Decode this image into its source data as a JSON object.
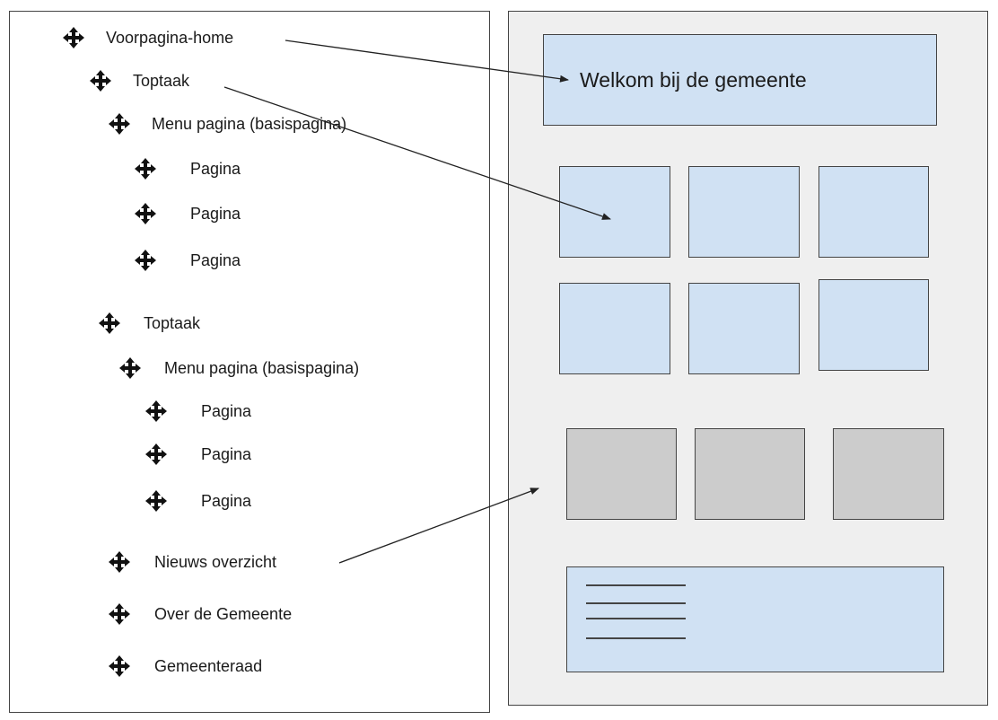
{
  "sitemap": {
    "items": [
      {
        "label": "Voorpagina-home",
        "icon": "move-icon",
        "level": 0
      },
      {
        "label": "Toptaak",
        "icon": "move-icon",
        "level": 1
      },
      {
        "label": "Menu pagina (basispagina)",
        "icon": "move-icon",
        "level": 2
      },
      {
        "label": "Pagina",
        "icon": "move-icon",
        "level": 3
      },
      {
        "label": "Pagina",
        "icon": "move-icon",
        "level": 3
      },
      {
        "label": "Pagina",
        "icon": "move-icon",
        "level": 3
      },
      {
        "label": "Toptaak",
        "icon": "move-icon",
        "level": 1
      },
      {
        "label": "Menu pagina (basispagina)",
        "icon": "move-icon",
        "level": 2
      },
      {
        "label": "Pagina",
        "icon": "move-icon",
        "level": 3
      },
      {
        "label": "Pagina",
        "icon": "move-icon",
        "level": 3
      },
      {
        "label": "Pagina",
        "icon": "move-icon",
        "level": 3
      },
      {
        "label": "Nieuws overzicht",
        "icon": "move-icon",
        "level": 1
      },
      {
        "label": "Over de Gemeente",
        "icon": "move-icon",
        "level": 1
      },
      {
        "label": "Gemeenteraad",
        "icon": "move-icon",
        "level": 1
      }
    ]
  },
  "wireframe": {
    "header_text": "Welkom bij de gemeente",
    "toptaak_tiles": 6,
    "news_tiles": 3,
    "footer_text_lines": 4
  },
  "connections": [
    {
      "from": "Voorpagina-home",
      "to": "header"
    },
    {
      "from": "Toptaak",
      "to": "toptaak-tile"
    },
    {
      "from": "Nieuws overzicht",
      "to": "news-tiles"
    }
  ],
  "colors": {
    "panel_bg": "#efefef",
    "tile_blue": "#d0e1f3",
    "tile_gray": "#cccccc",
    "stroke": "#444444"
  }
}
